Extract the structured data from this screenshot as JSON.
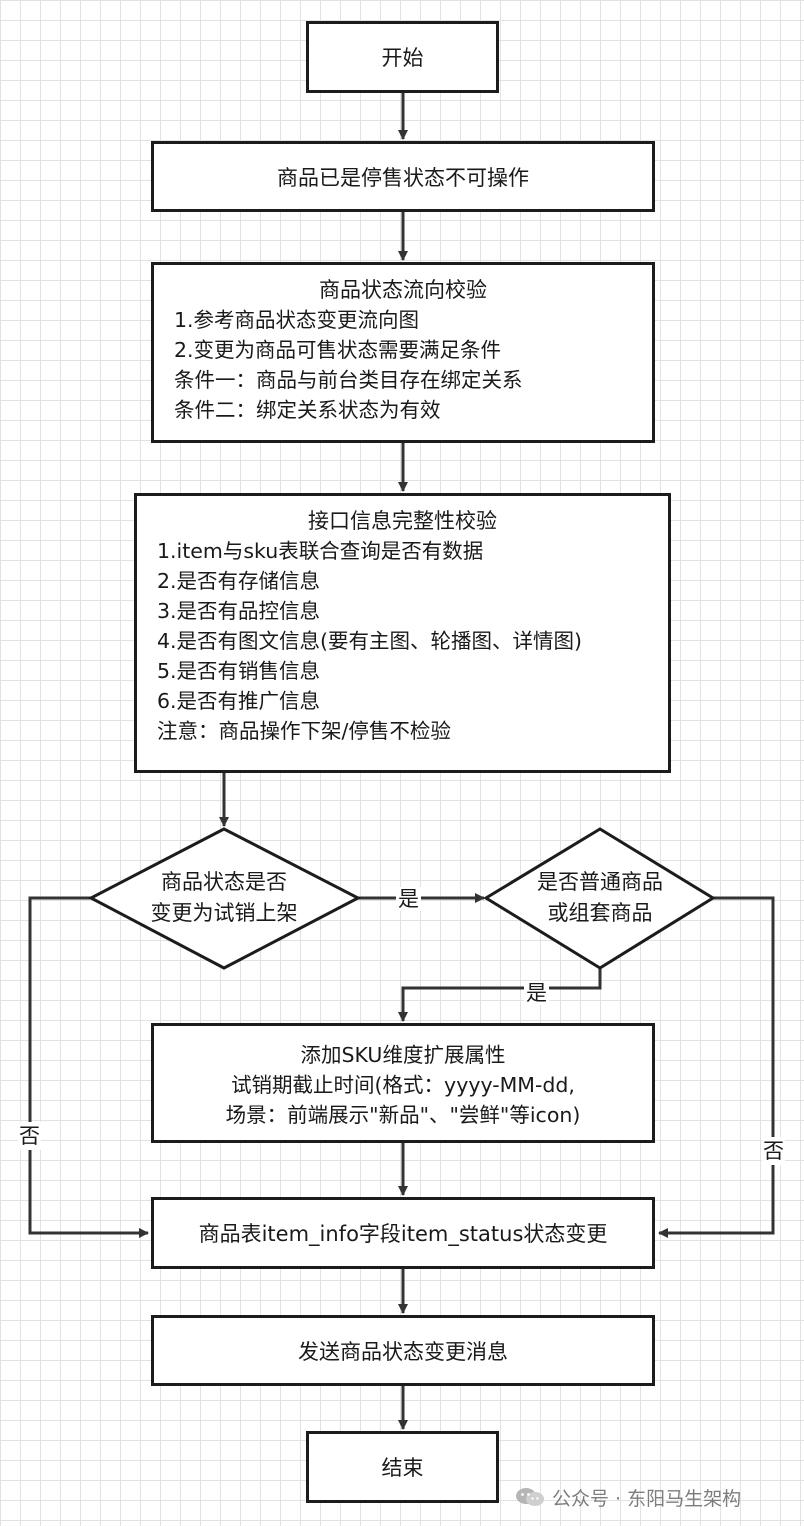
{
  "nodes": {
    "start": {
      "label": "开始"
    },
    "stop_sale": {
      "label": "商品已是停售状态不可操作"
    },
    "flow_check": {
      "title": "商品状态流向校验",
      "lines": [
        "1.参考商品状态变更流向图",
        "2.变更为商品可售状态需要满足条件",
        "条件一：商品与前台类目存在绑定关系",
        "条件二：绑定关系状态为有效"
      ]
    },
    "api_check": {
      "title": "接口信息完整性校验",
      "lines": [
        "1.item与sku表联合查询是否有数据",
        "2.是否有存储信息",
        "3.是否有品控信息",
        "4.是否有图文信息(要有主图、轮播图、详情图)",
        "5.是否有销售信息",
        "6.是否有推广信息",
        "注意：商品操作下架/停售不检验"
      ]
    },
    "decision_trial": {
      "lines": [
        "商品状态是否",
        "变更为试销上架"
      ]
    },
    "decision_normal": {
      "lines": [
        "是否普通商品",
        "或组套商品"
      ]
    },
    "add_sku": {
      "lines": [
        "添加SKU维度扩展属性",
        "试销期截止时间(格式：yyyy-MM-dd,",
        "场景：前端展示\"新品\"、\"尝鲜\"等icon)"
      ]
    },
    "update_status": {
      "label": "商品表item_info字段item_status状态变更"
    },
    "send_msg": {
      "label": "发送商品状态变更消息"
    },
    "end": {
      "label": "结束"
    }
  },
  "edge_labels": {
    "trial_yes": "是",
    "normal_yes": "是",
    "trial_no": "否",
    "normal_no": "否"
  },
  "watermark": {
    "text": "公众号 · 东阳马生架构"
  },
  "colors": {
    "stroke": "#1c1c1c",
    "arrow": "#333333",
    "grid": "#e2e2e2",
    "watermark": "#7d7d7d"
  }
}
